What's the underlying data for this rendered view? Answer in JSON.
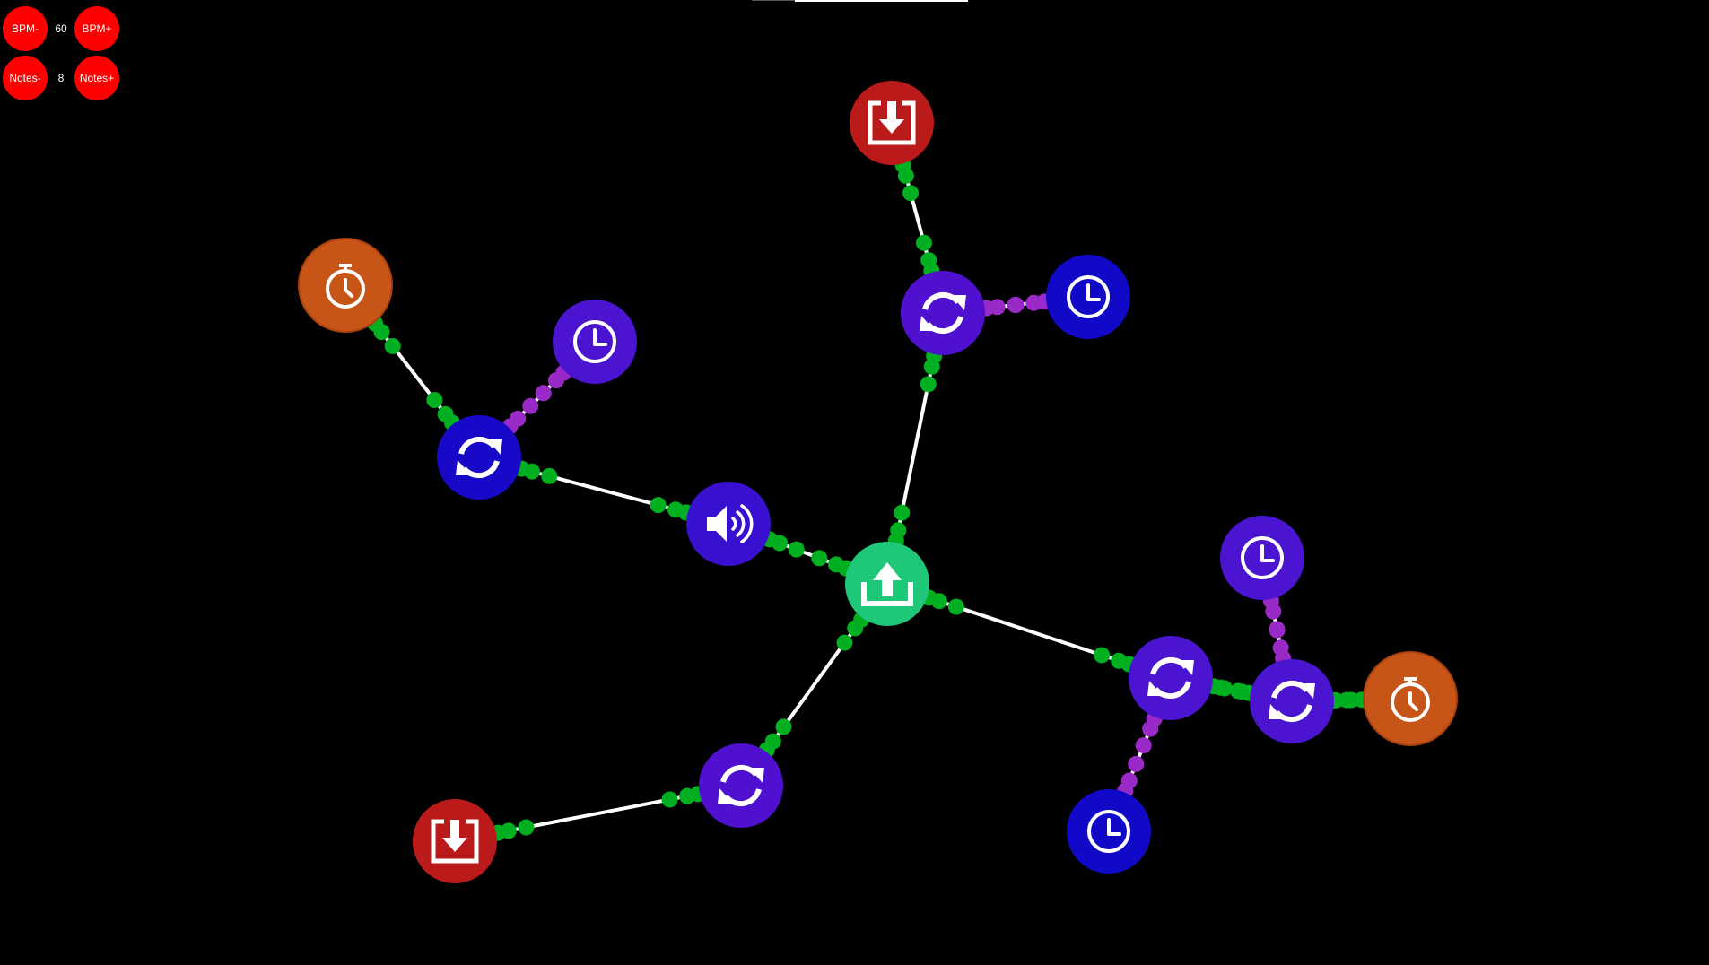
{
  "controls": {
    "bpm_minus_label": "BPM-",
    "bpm_value": "60",
    "bpm_plus_label": "BPM+",
    "notes_minus_label": "Notes-",
    "notes_value": "8",
    "notes_plus_label": "Notes+"
  },
  "colors": {
    "background": "#000000",
    "control_red": "#ff0000",
    "edge": "#ffffff",
    "port_green": "#00b020",
    "port_purple": "#9a2ac8",
    "output": "#1ec878",
    "speaker": "#3a10d0",
    "loop_violet": "#5010d0",
    "loop_blue": "#1808c8",
    "clock_violet": "#4a14d0",
    "clock_blue": "#1208c8",
    "timer": "#c85518",
    "input": "#bb1a1a"
  },
  "nodes": [
    {
      "id": "output",
      "kind": "output",
      "icon": "upload-icon",
      "color": "#1ec878"
    },
    {
      "id": "speaker",
      "kind": "speaker",
      "icon": "speaker-icon",
      "color": "#3a10d0"
    },
    {
      "id": "loop-left",
      "kind": "loop",
      "icon": "refresh-icon",
      "color": "#1808c8"
    },
    {
      "id": "timer-left",
      "kind": "timer",
      "icon": "stopwatch-icon",
      "color": "#c85518"
    },
    {
      "id": "clock-left",
      "kind": "clock",
      "icon": "clock-icon",
      "color": "#4a14d0"
    },
    {
      "id": "loop-top",
      "kind": "loop",
      "icon": "refresh-icon",
      "color": "#5010d0"
    },
    {
      "id": "input-top",
      "kind": "input",
      "icon": "download-icon",
      "color": "#bb1a1a"
    },
    {
      "id": "clock-top",
      "kind": "clock",
      "icon": "clock-icon",
      "color": "#1208c8"
    },
    {
      "id": "loop-bottom",
      "kind": "loop",
      "icon": "refresh-icon",
      "color": "#5010d0"
    },
    {
      "id": "input-bottom",
      "kind": "input",
      "icon": "download-icon",
      "color": "#bb1a1a"
    },
    {
      "id": "loop-right",
      "kind": "loop",
      "icon": "refresh-icon",
      "color": "#4a14d0"
    },
    {
      "id": "clock-right-bottom",
      "kind": "clock",
      "icon": "clock-icon",
      "color": "#1208c8"
    },
    {
      "id": "loop-far-right",
      "kind": "loop",
      "icon": "refresh-icon",
      "color": "#4a14d0"
    },
    {
      "id": "clock-right-top",
      "kind": "clock",
      "icon": "clock-icon",
      "color": "#4a14d0"
    },
    {
      "id": "timer-right",
      "kind": "timer",
      "icon": "stopwatch-icon",
      "color": "#c85518"
    }
  ],
  "edges": [
    {
      "from": "output",
      "to": "speaker",
      "port": "green"
    },
    {
      "from": "speaker",
      "to": "loop-left",
      "port": "green"
    },
    {
      "from": "loop-left",
      "to": "timer-left",
      "port": "green"
    },
    {
      "from": "loop-left",
      "to": "clock-left",
      "port": "purple"
    },
    {
      "from": "output",
      "to": "loop-top",
      "port": "green"
    },
    {
      "from": "loop-top",
      "to": "input-top",
      "port": "green"
    },
    {
      "from": "loop-top",
      "to": "clock-top",
      "port": "purple"
    },
    {
      "from": "output",
      "to": "loop-bottom",
      "port": "green"
    },
    {
      "from": "loop-bottom",
      "to": "input-bottom",
      "port": "green"
    },
    {
      "from": "output",
      "to": "loop-right",
      "port": "green"
    },
    {
      "from": "loop-right",
      "to": "clock-right-bottom",
      "port": "purple"
    },
    {
      "from": "loop-right",
      "to": "loop-far-right",
      "port": "green"
    },
    {
      "from": "loop-far-right",
      "to": "clock-right-top",
      "port": "purple"
    },
    {
      "from": "loop-far-right",
      "to": "timer-right",
      "port": "green"
    }
  ]
}
